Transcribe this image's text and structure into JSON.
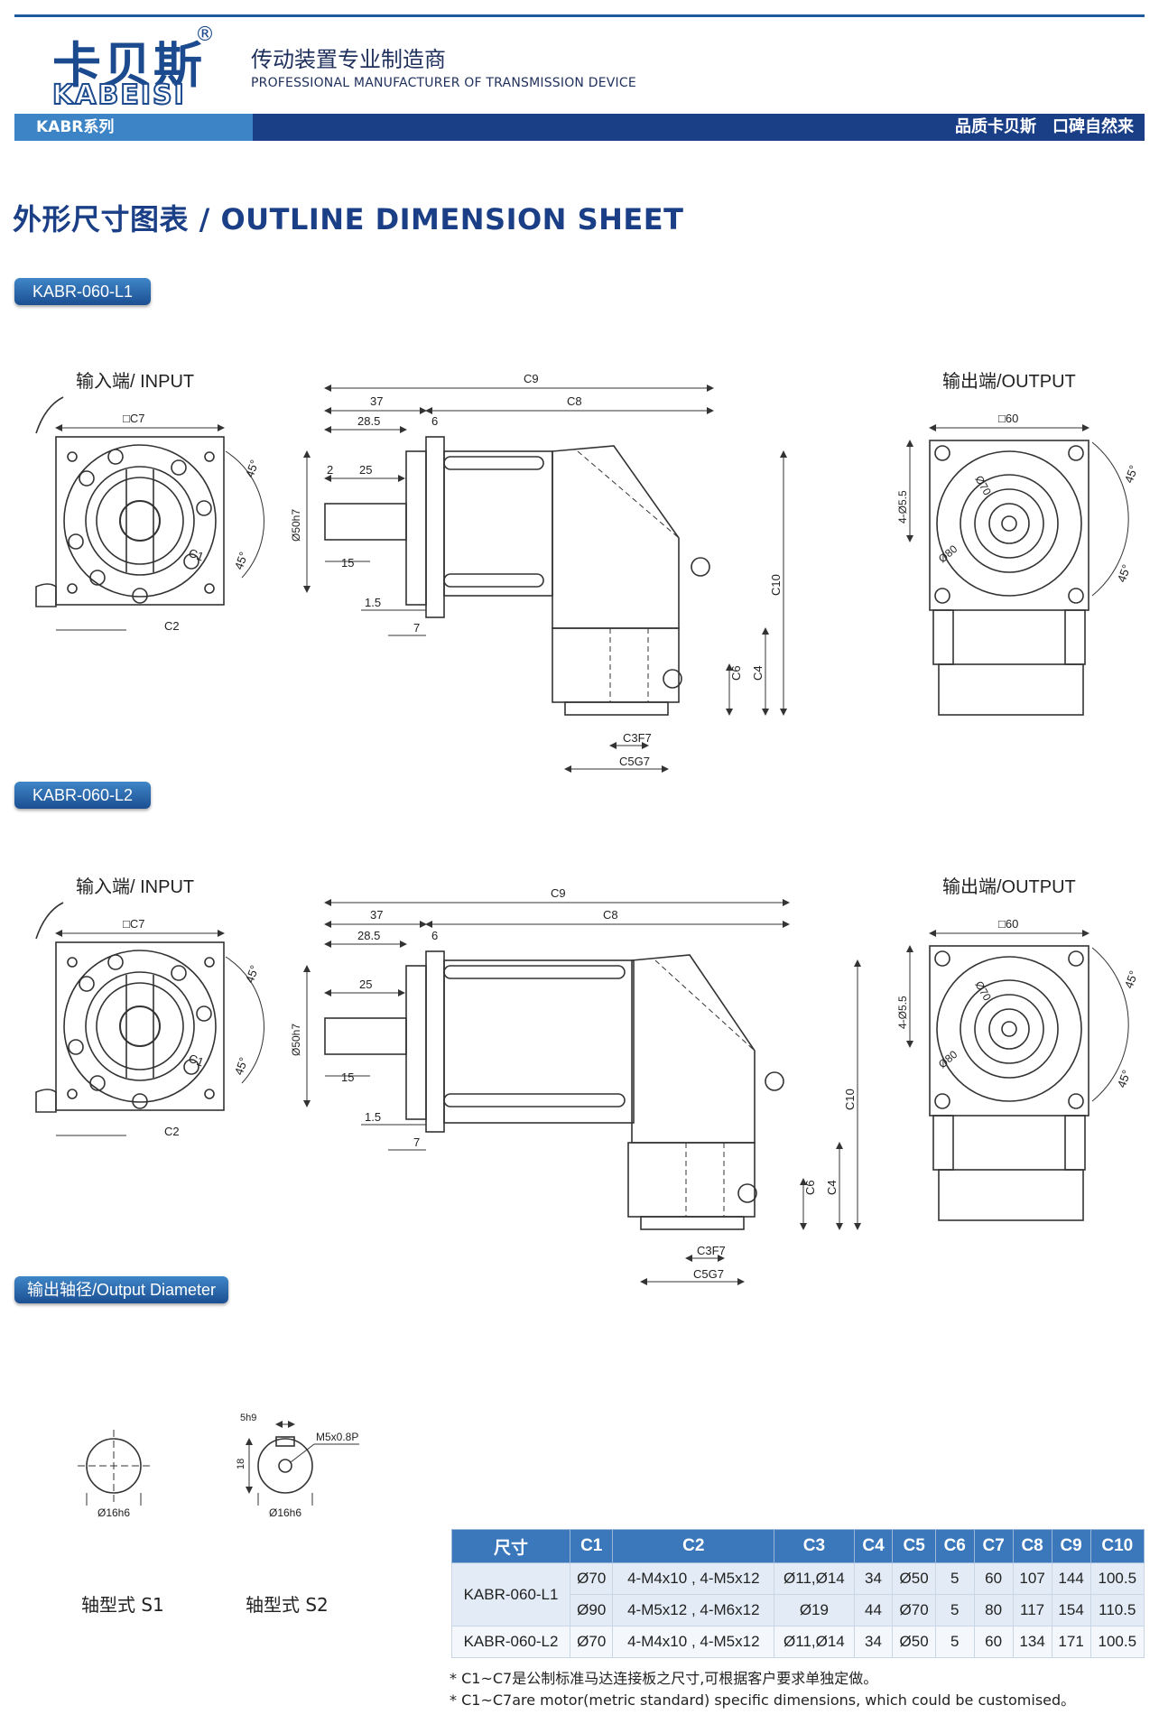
{
  "header": {
    "logo_cn": "卡贝斯",
    "logo_mark": "®",
    "logo_en": "KABEISI",
    "tagline_cn": "传动装置专业制造商",
    "tagline_en": "PROFESSIONAL MANUFACTURER OF TRANSMISSION DEVICE",
    "series": "KABR系列",
    "slogan": "品质卡贝斯　口碑自然来"
  },
  "section_title": "外形尺寸图表 / OUTLINE DIMENSION SHEET",
  "models": [
    {
      "tag": "KABR-060-L1",
      "input_label": "输入端/ INPUT",
      "output_label": "输出端/OUTPUT"
    },
    {
      "tag": "KABR-060-L2",
      "input_label": "输入端/ INPUT",
      "output_label": "输出端/OUTPUT"
    }
  ],
  "drawing_labels": {
    "c7": "□C7",
    "c60": "□60",
    "c9": "C9",
    "c8": "C8",
    "d37": "37",
    "d28_5": "28.5",
    "d6": "6",
    "d25": "25",
    "d2": "2",
    "d15": "15",
    "d1_5": "1.5",
    "d7": "7",
    "phi50": "Ø50h7",
    "c10": "C10",
    "c6": "C6",
    "c4": "C4",
    "c3": "C3F7",
    "c5": "C5G7",
    "c1": "C1",
    "c2": "C2",
    "a45": "45°",
    "hole": "4-Ø5.5",
    "phi70": "Ø70",
    "phi80": "Ø80"
  },
  "output_diameter": {
    "tag": "输出轴径/Output Diameter",
    "s1_label": "轴型式  S1",
    "s2_label": "轴型式  S2",
    "phi16": "Ø16h6",
    "key": "5h9",
    "h18": "18",
    "thread": "M5x0.8P"
  },
  "table": {
    "headers": [
      "尺寸",
      "C1",
      "C2",
      "C3",
      "C4",
      "C5",
      "C6",
      "C7",
      "C8",
      "C9",
      "C10"
    ],
    "model_l1": "KABR-060-L1",
    "rows_l1": [
      [
        "Ø70",
        "4-M4x10 , 4-M5x12",
        "Ø11,Ø14",
        "34",
        "Ø50",
        "5",
        "60",
        "107",
        "144",
        "100.5"
      ],
      [
        "Ø90",
        "4-M5x12 , 4-M6x12",
        "Ø19",
        "44",
        "Ø70",
        "5",
        "80",
        "117",
        "154",
        "110.5"
      ]
    ],
    "model_l2": "KABR-060-L2",
    "row_l2": [
      "Ø70",
      "4-M4x10 , 4-M5x12",
      "Ø11,Ø14",
      "34",
      "Ø50",
      "5",
      "60",
      "134",
      "171",
      "100.5"
    ]
  },
  "notes": [
    "* C1~C7是公制标准马达连接板之尺寸,可根据客户要求单独定做。",
    "* C1~C7are motor(metric standard)  specific dimensions, which could be customised。"
  ],
  "colors": {
    "brand": "#1b3f86",
    "accent": "#3c84c6",
    "table_header": "#3a78bb"
  }
}
